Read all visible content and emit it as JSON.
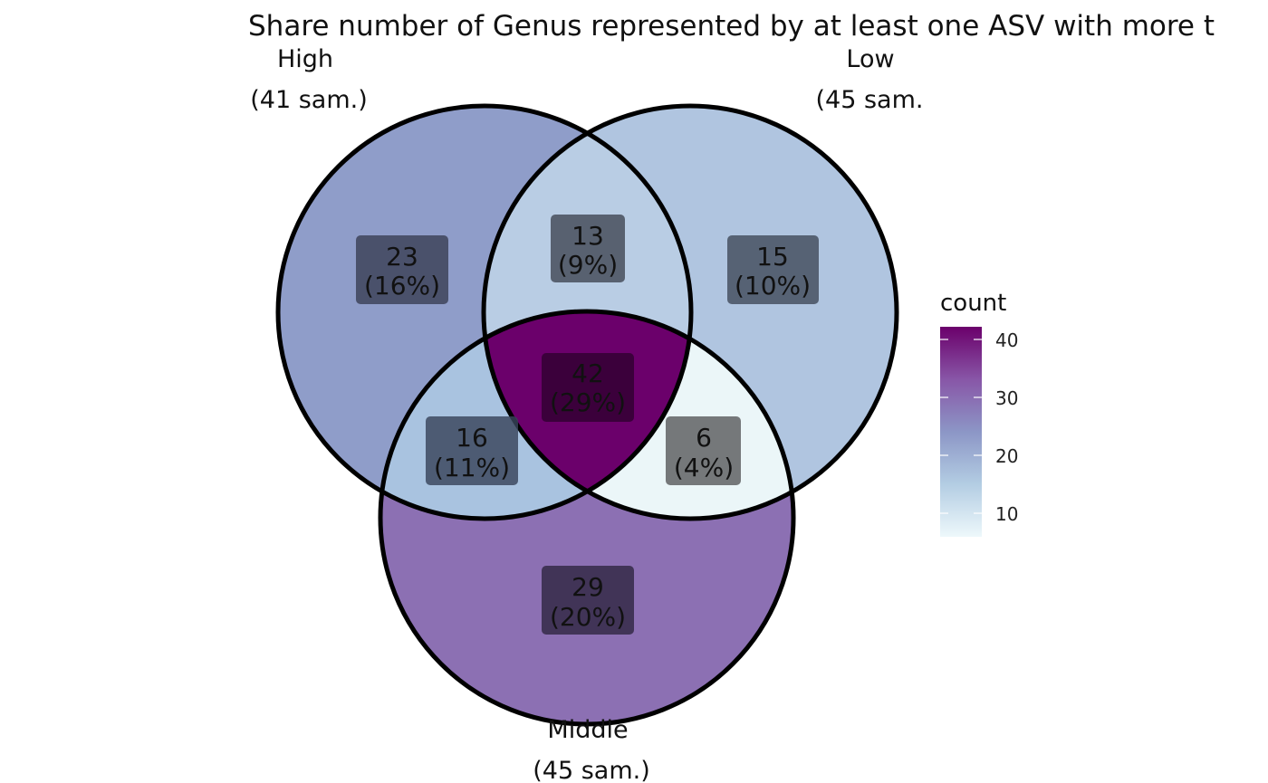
{
  "title": "Share number of Genus represented by at least one ASV with more t",
  "sets": [
    {
      "key": "high",
      "name": "High",
      "samples": "(41 sam.)"
    },
    {
      "key": "low",
      "name": "Low",
      "samples": "(45 sam."
    },
    {
      "key": "middle",
      "name": "Middle",
      "samples": "(45 sam.)"
    }
  ],
  "regions": [
    {
      "key": "high_only",
      "sets": [
        "High"
      ],
      "count": 23,
      "count_label": "23",
      "percent_label": "(16%)"
    },
    {
      "key": "high_low",
      "sets": [
        "High",
        "Low"
      ],
      "count": 13,
      "count_label": "13",
      "percent_label": "(9%)"
    },
    {
      "key": "low_only",
      "sets": [
        "Low"
      ],
      "count": 15,
      "count_label": "15",
      "percent_label": "(10%)"
    },
    {
      "key": "all_three",
      "sets": [
        "High",
        "Low",
        "Middle"
      ],
      "count": 42,
      "count_label": "42",
      "percent_label": "(29%)"
    },
    {
      "key": "high_middle",
      "sets": [
        "High",
        "Middle"
      ],
      "count": 16,
      "count_label": "16",
      "percent_label": "(11%)"
    },
    {
      "key": "low_middle",
      "sets": [
        "Low",
        "Middle"
      ],
      "count": 6,
      "count_label": "6",
      "percent_label": "(4%)"
    },
    {
      "key": "middle_only",
      "sets": [
        "Middle"
      ],
      "count": 29,
      "count_label": "29",
      "percent_label": "(20%)"
    }
  ],
  "legend": {
    "title": "count",
    "ticks": [
      "40",
      "30",
      "20",
      "10"
    ],
    "range": [
      6,
      42
    ],
    "palette": [
      "#edf8fb",
      "#b3cde3",
      "#8c96c6",
      "#8856a7",
      "#6b006b"
    ]
  }
}
